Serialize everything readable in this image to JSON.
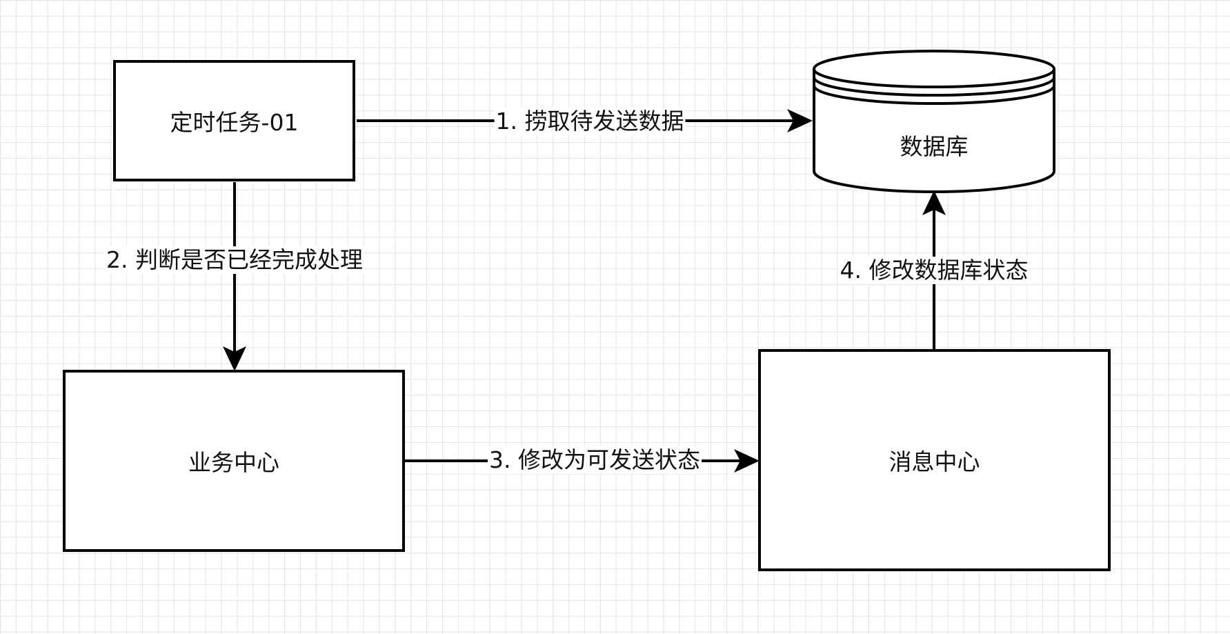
{
  "nodes": {
    "timer_task": "定时任务-01",
    "database": "数据库",
    "business_center": "业务中心",
    "message_center": "消息中心"
  },
  "edges": {
    "fetch": "1. 捞取待发送数据",
    "check": "2. 判断是否已经完成处理",
    "modify_sendable": "3. 修改为可发送状态",
    "update_db": "4. 修改数据库状态"
  },
  "colors": {
    "stroke": "#000000",
    "grid": "#e4e4e4",
    "background": "#ffffff"
  }
}
